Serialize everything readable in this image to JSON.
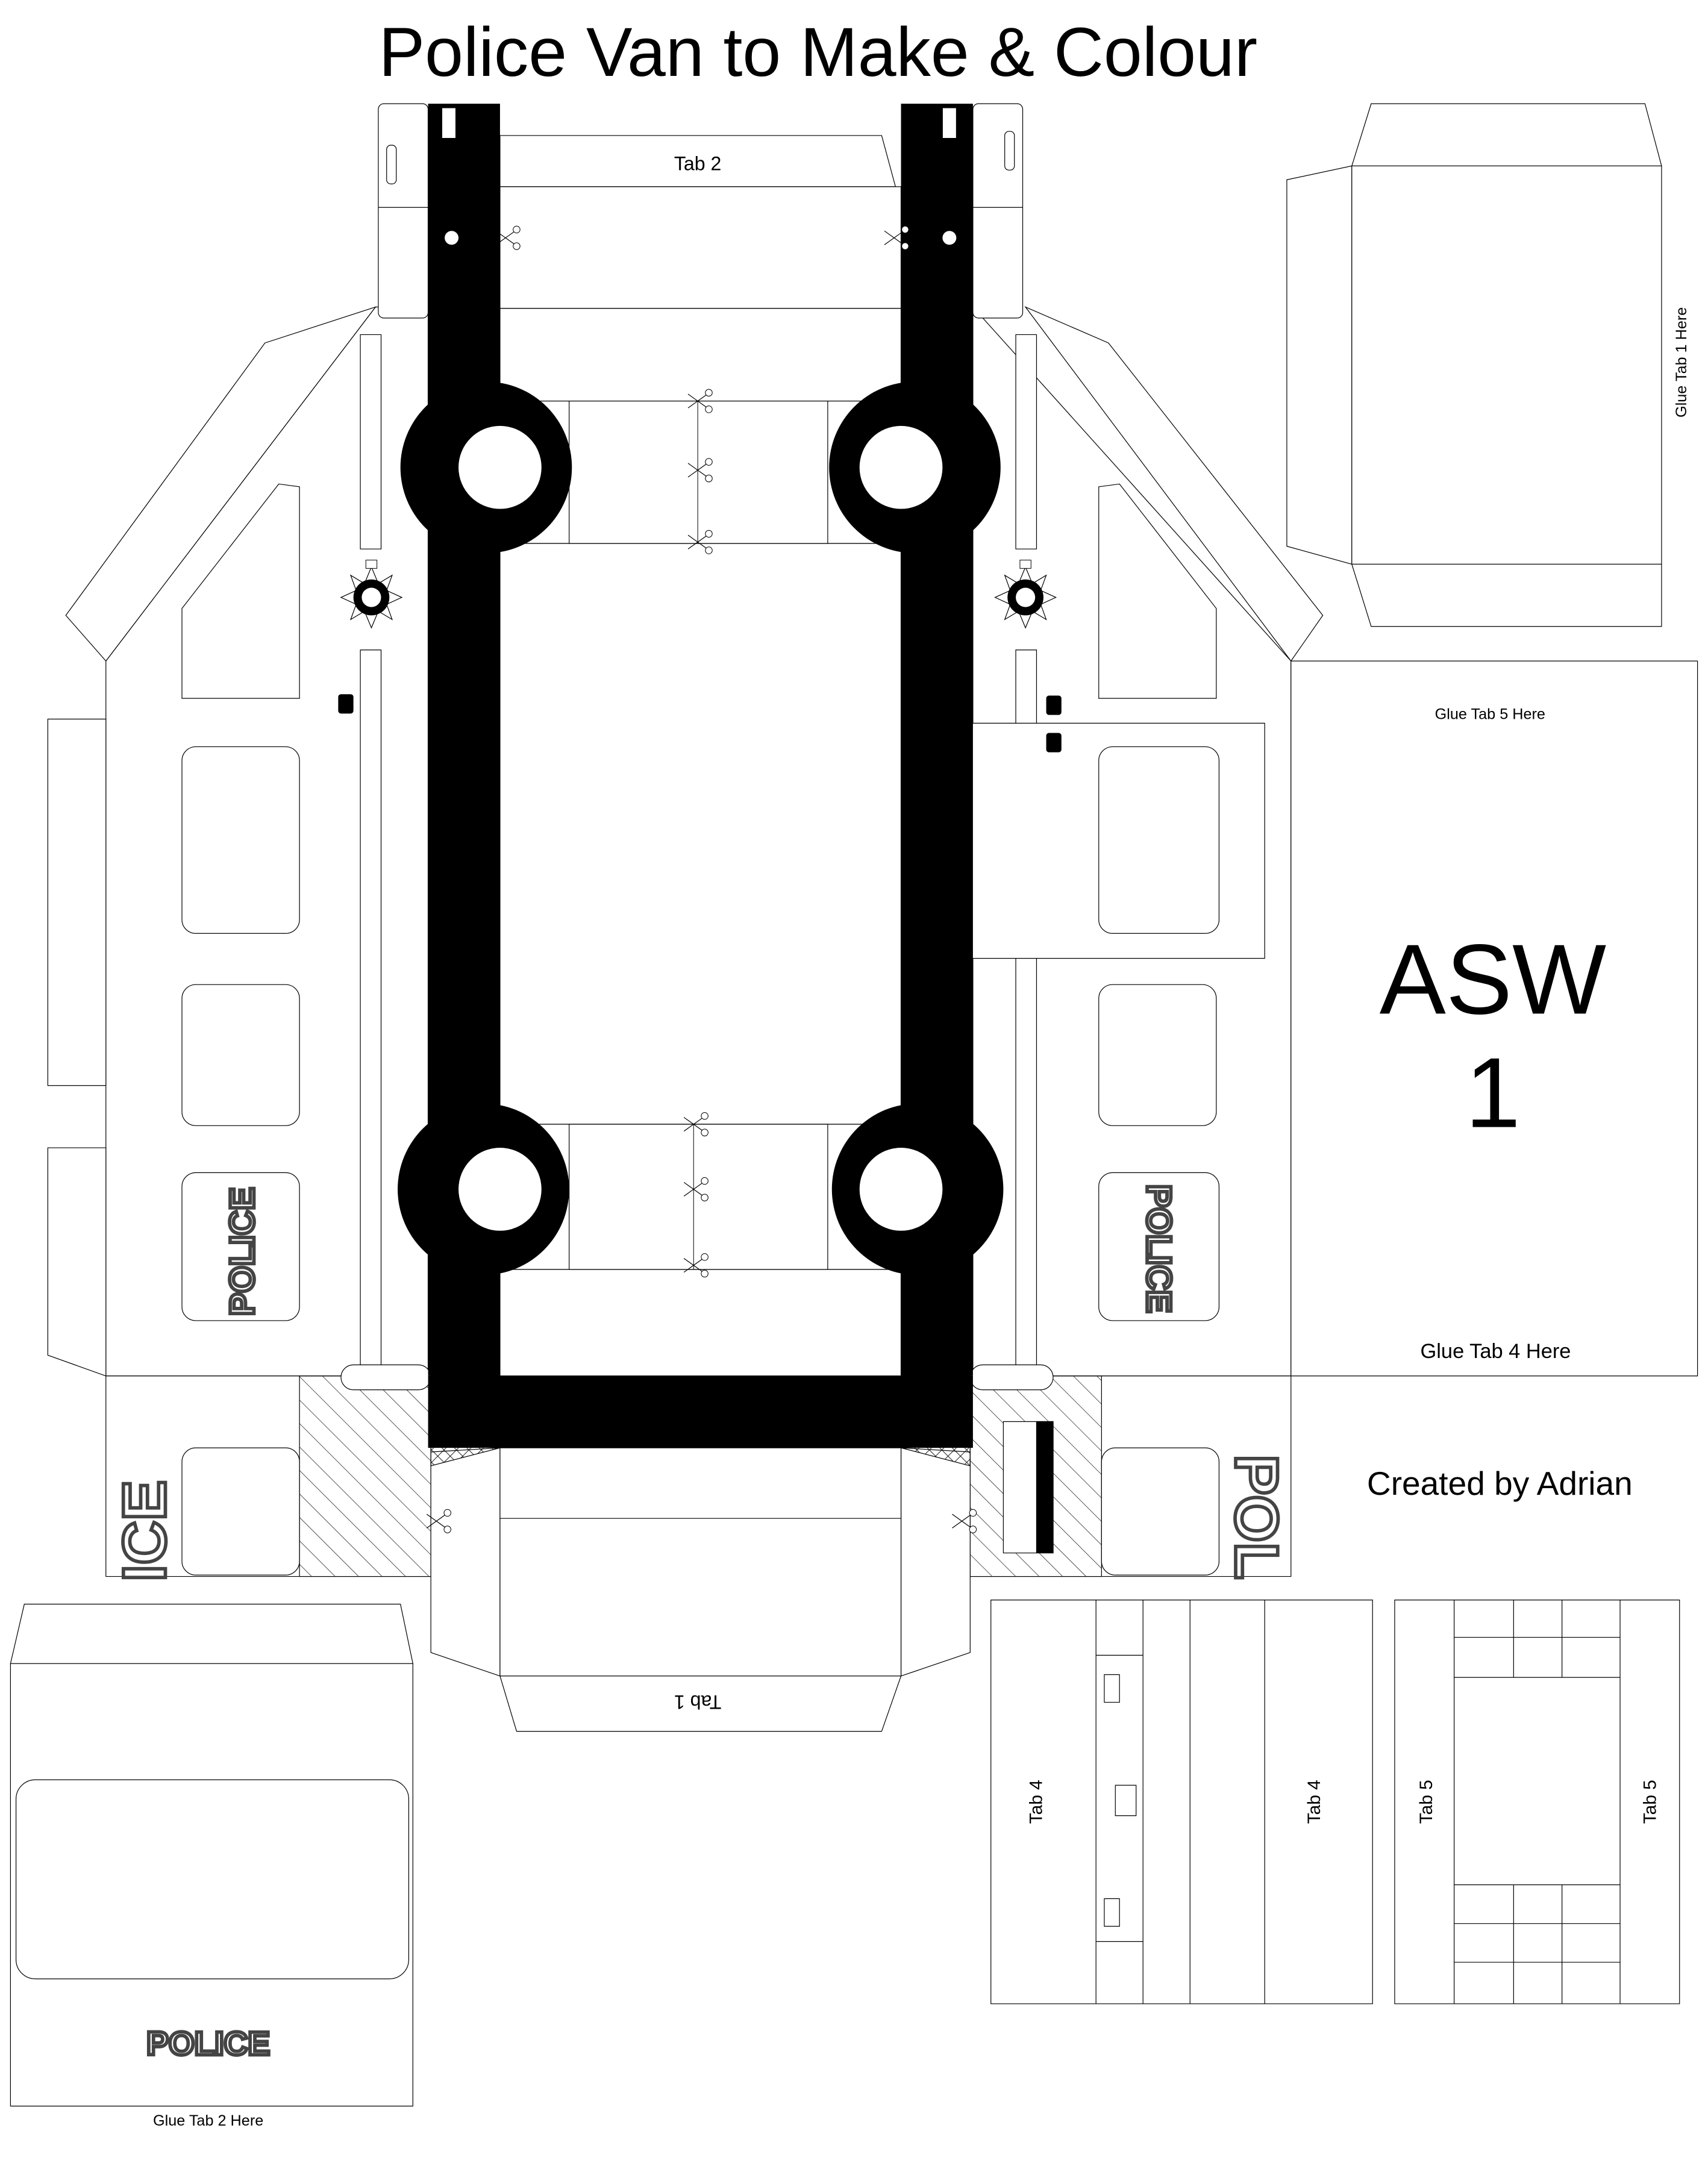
{
  "page": {
    "title": "Police Van to Make & Colour",
    "credit": "Created by Adrian"
  },
  "plate": {
    "line1": "ASW",
    "line2": "1"
  },
  "tabs": {
    "tab2": "Tab 2",
    "tab1": "Tab 1",
    "tab4_left": "Tab 4",
    "tab4_right": "Tab 4",
    "tab5_left": "Tab 5",
    "tab5_right": "Tab 5"
  },
  "glue": {
    "tab1": "Glue Tab 1 Here",
    "tab2": "Glue Tab 2 Here",
    "tab4": "Glue Tab 4 Here",
    "tab5": "Glue Tab 5 Here"
  },
  "livery": {
    "side_left": "POLICE",
    "side_right": "POLICE",
    "rear_left_fragment": "ICE",
    "rear_right_fragment": "POL",
    "rear_door": "POLICE"
  },
  "colors": {
    "line": "#000000",
    "paper": "#ffffff"
  },
  "icons": [
    "police-badge-icon",
    "police-badge-icon"
  ]
}
